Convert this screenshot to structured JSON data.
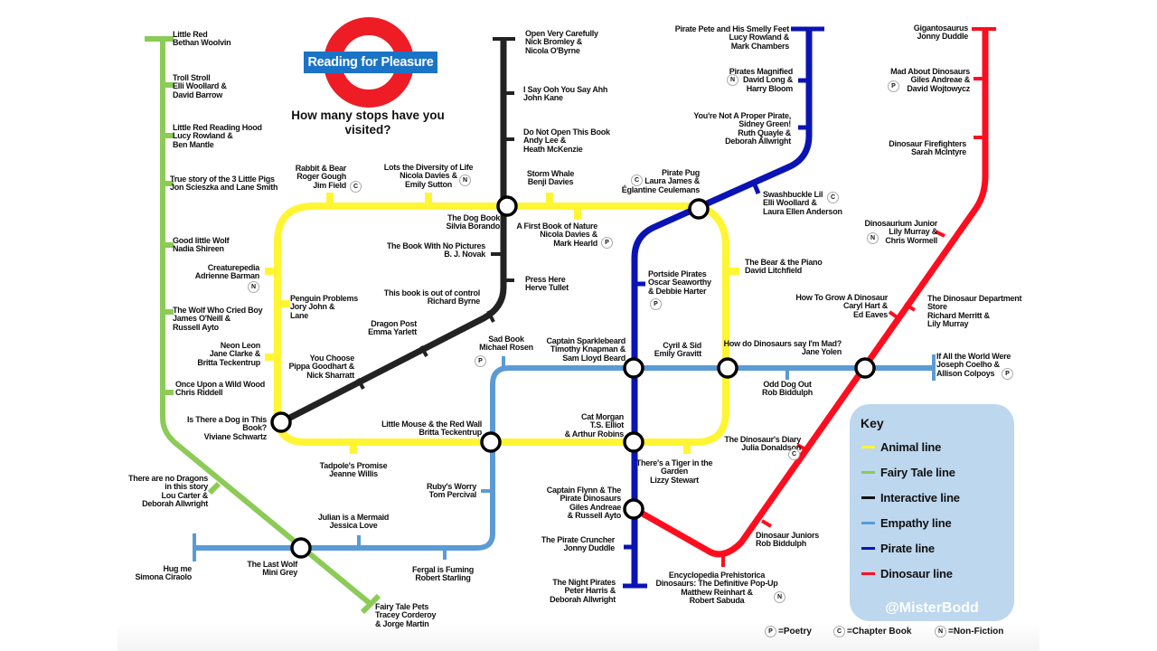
{
  "logo": {
    "title": "Reading for Pleasure",
    "subtitle": "How many stops have you\nvisited?"
  },
  "colors": {
    "animal": "#FFF533",
    "fairy_tale": "#8CCB56",
    "interactive": "#222222",
    "empathy": "#5B9BD5",
    "pirate": "#0A14B4",
    "dinosaur": "#FF0D1E"
  },
  "key": {
    "title": "Key",
    "items": [
      "Animal line",
      "Fairy Tale line",
      "Interactive line",
      "Empathy line",
      "Pirate line",
      "Dinosaur line"
    ],
    "handle": "@MisterBodd"
  },
  "footer": {
    "poetry": {
      "badge": "P",
      "label": "=Poetry"
    },
    "chapter": {
      "badge": "C",
      "label": "=Chapter Book"
    },
    "nonfiction": {
      "badge": "N",
      "label": "=Non-Fiction"
    }
  },
  "stations": {
    "g0": {
      "text": "Little Red\nBethan Woolvin"
    },
    "g1": {
      "text": "Troll Stroll\nElli Woollard &\nDavid Barrow"
    },
    "g2": {
      "text": "Little Red Reading Hood\nLucy Rowland &\nBen Mantle"
    },
    "g3": {
      "text": "True story of the 3 Little Pigs\nJon Scieszka and Lane Smith"
    },
    "g4": {
      "text": "Good little Wolf\nNadia Shireen"
    },
    "g5": {
      "text": "The Wolf Who Cried Boy\nJames O'Neill &\nRussell Ayto"
    },
    "g6": {
      "text": "Once Upon a Wild Wood\nChris Riddell"
    },
    "g7": {
      "text": "There are no Dragons\nin this story\nLou Carter &\nDeborah Allwright"
    },
    "g8": {
      "text": "The Last Wolf\nMini Grey"
    },
    "g9": {
      "text": "Fairy Tale Pets\nTracey Corderoy\n& Jorge Martin"
    },
    "y0": {
      "text": "Rabbit & Bear\nRoger Gough\nJim Field",
      "badge": "C"
    },
    "y1": {
      "text": "Lots the Diversity of Life\nNicola Davies &\nEmily Sutton",
      "badge": "N"
    },
    "y2": {
      "text": "Storm Whale\nBenji Davies"
    },
    "y3": {
      "text": "A First Book of Nature\nNicola Davies &\nMark Hearld",
      "badge": "P"
    },
    "y4": {
      "text": "The Bear & the Piano\nDavid Litchfield"
    },
    "y5": {
      "text": "Creaturepedia\nAdrienne Barman",
      "badge": "N"
    },
    "y6": {
      "text": "Penguin Problems\nJory John &\nLane"
    },
    "y7": {
      "text": "Neon Leon\nJane Clarke &\nBritta Teckentrup"
    },
    "y8": {
      "text": "Is There a Dog in This\nBook?\nViviane Schwartz"
    },
    "y9": {
      "text": "Little Mouse & the Red Wall\nBritta Teckentrup"
    },
    "y10": {
      "text": "Tadpole's Promise\nJeanne Willis"
    },
    "y11": {
      "text": "There's a Tiger in the\nGarden\nLizzy Stewart"
    },
    "y12": {
      "text": "Cyril & Sid\nEmily Gravitt"
    },
    "y13": {
      "text": "The Dog Book\nSilvia Borando"
    },
    "y14": {
      "text": "Pirate Pug\nLaura James &\nÉglantine Ceulemans",
      "badge": "C"
    },
    "y15": {
      "text": "Cat Morgan\nT.S. Elliot\n& Arthur Robins"
    },
    "b0": {
      "text": "Open Very Carefully\nNick Bromley &\nNicola O'Byrne"
    },
    "b1": {
      "text": "I Say Ooh You Say Ahh\nJohn Kane"
    },
    "b2": {
      "text": "Do Not Open This Book\nAndy Lee &\nHeath McKenzie"
    },
    "b3": {
      "text": "The Book With No Pictures\nB. J. Novak"
    },
    "b4": {
      "text": "Press Here\nHerve Tullet"
    },
    "b5": {
      "text": "This book is out of control\nRichard Byrne"
    },
    "b6": {
      "text": "Dragon Post\nEmma Yarlett"
    },
    "b7": {
      "text": "You Choose\nPippa Goodhart &\nNick Sharratt"
    },
    "p0": {
      "text": "Pirate Pete and His Smelly Feet\nLucy Rowland &\nMark Chambers"
    },
    "p1": {
      "text": "Pirates Magnified\nDavid Long &\nHarry Bloom",
      "badge": "N"
    },
    "p2": {
      "text": "You're Not A Proper Pirate,\nSidney Green!\nRuth Quayle &\nDeborah Allwright"
    },
    "p3": {
      "text": "Swashbuckle Lil\nElli Woollard &\nLaura Ellen Anderson",
      "badge": "C"
    },
    "p4": {
      "text": "Portside Pirates\nOscar Seaworthy\n& Debbie Harter",
      "badge": "P"
    },
    "p5": {
      "text": "Captain Sparklebeard\nTimothy Knapman &\nSam Lloyd Beard"
    },
    "p6": {
      "text": "Captain Flynn & The\nPirate Dinosaurs\nGiles Andreae\n& Russell Ayto"
    },
    "p7": {
      "text": "The Pirate Cruncher\nJonny Duddle"
    },
    "p8": {
      "text": "The Night Pirates\nPeter Harris &\nDeborah Allwright"
    },
    "e0": {
      "text": "Sad Book\nMichael Rosen",
      "badge": "P"
    },
    "e1": {
      "text": "Odd Dog Out\nRob Biddulph"
    },
    "e2": {
      "text": "If All the World Were\nJoseph Coelho &\nAllison Colpoys",
      "badge": "P"
    },
    "e3": {
      "text": "Ruby's Worry\nTom Percival"
    },
    "e4": {
      "text": "Julian is a Mermaid\nJessica Love"
    },
    "e5": {
      "text": "Hug me\nSimona Ciraolo"
    },
    "e6": {
      "text": "Fergal is Fuming\nRobert Starling"
    },
    "d0": {
      "text": "Gigantosaurus\nJonny Duddle"
    },
    "d1": {
      "text": "Mad About Dinosaurs\nGiles Andreae &\nDavid Wojtowycz",
      "badge": "P"
    },
    "d2": {
      "text": "Dinosaur Firefighters\nSarah McIntyre"
    },
    "d3": {
      "text": "Dinosaurium Junior\nLily Murray &\nChris Wormell",
      "badge": "N"
    },
    "d4": {
      "text": "How To Grow A Dinosaur\nCaryl Hart &\nEd Eaves"
    },
    "d5": {
      "text": "The Dinosaur Department\nStore\nRichard Merritt &\nLily Murray"
    },
    "d6": {
      "text": "How do Dinosaurs say I'm Mad?\nJane Yolen"
    },
    "d7": {
      "text": "The Dinosaur's Diary\nJulia Donaldson",
      "badge": "C"
    },
    "d8": {
      "text": "Dinosaur Juniors\nRob Biddulph"
    },
    "d9": {
      "text": "Encyclopedia Prehistorica\nDinosaurs: The Definitive Pop-Up\nMatthew Reinhart &\nRobert Sabuda",
      "badge": "N"
    }
  }
}
